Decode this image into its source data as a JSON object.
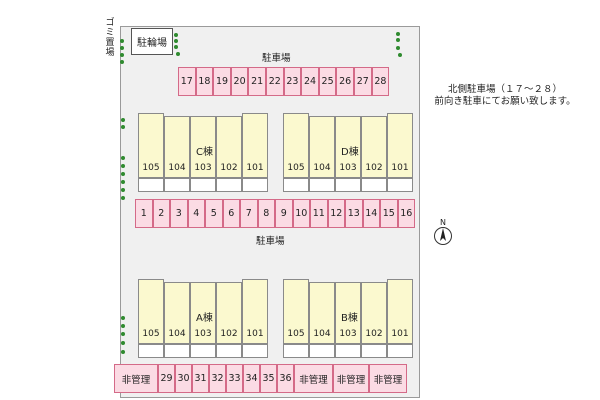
{
  "labels": {
    "bike_parking": "駐輪場",
    "garbage": "ゴミ置場",
    "parking_north": "駐車場",
    "parking_middle": "駐車場",
    "compass_n": "N"
  },
  "note": {
    "line1": "北側駐車場（１７～２８）",
    "line2": "前向き駐車にてお願い致します。"
  },
  "parking_row_top": [
    "17",
    "18",
    "19",
    "20",
    "21",
    "22",
    "23",
    "24",
    "25",
    "26",
    "27",
    "28"
  ],
  "parking_row_middle": [
    "1",
    "2",
    "3",
    "4",
    "5",
    "6",
    "7",
    "8",
    "9",
    "10",
    "11",
    "12",
    "13",
    "14",
    "15",
    "16"
  ],
  "parking_row_bottom": [
    "非管理",
    "29",
    "30",
    "31",
    "32",
    "33",
    "34",
    "35",
    "36",
    "非管理",
    "非管理",
    "非管理"
  ],
  "buildings": {
    "C": {
      "name": "C棟",
      "units": [
        "105",
        "104",
        "103",
        "102",
        "101"
      ]
    },
    "D": {
      "name": "D棟",
      "units": [
        "105",
        "104",
        "103",
        "102",
        "101"
      ]
    },
    "A": {
      "name": "A棟",
      "units": [
        "105",
        "104",
        "103",
        "102",
        "101"
      ]
    },
    "B": {
      "name": "B棟",
      "units": [
        "105",
        "104",
        "103",
        "102",
        "101"
      ]
    }
  },
  "colors": {
    "parking_fill": "#fbdbe4",
    "parking_border": "#d46a88",
    "unit_fill": "#fbf9cf",
    "trees": "#2f8a2f"
  }
}
